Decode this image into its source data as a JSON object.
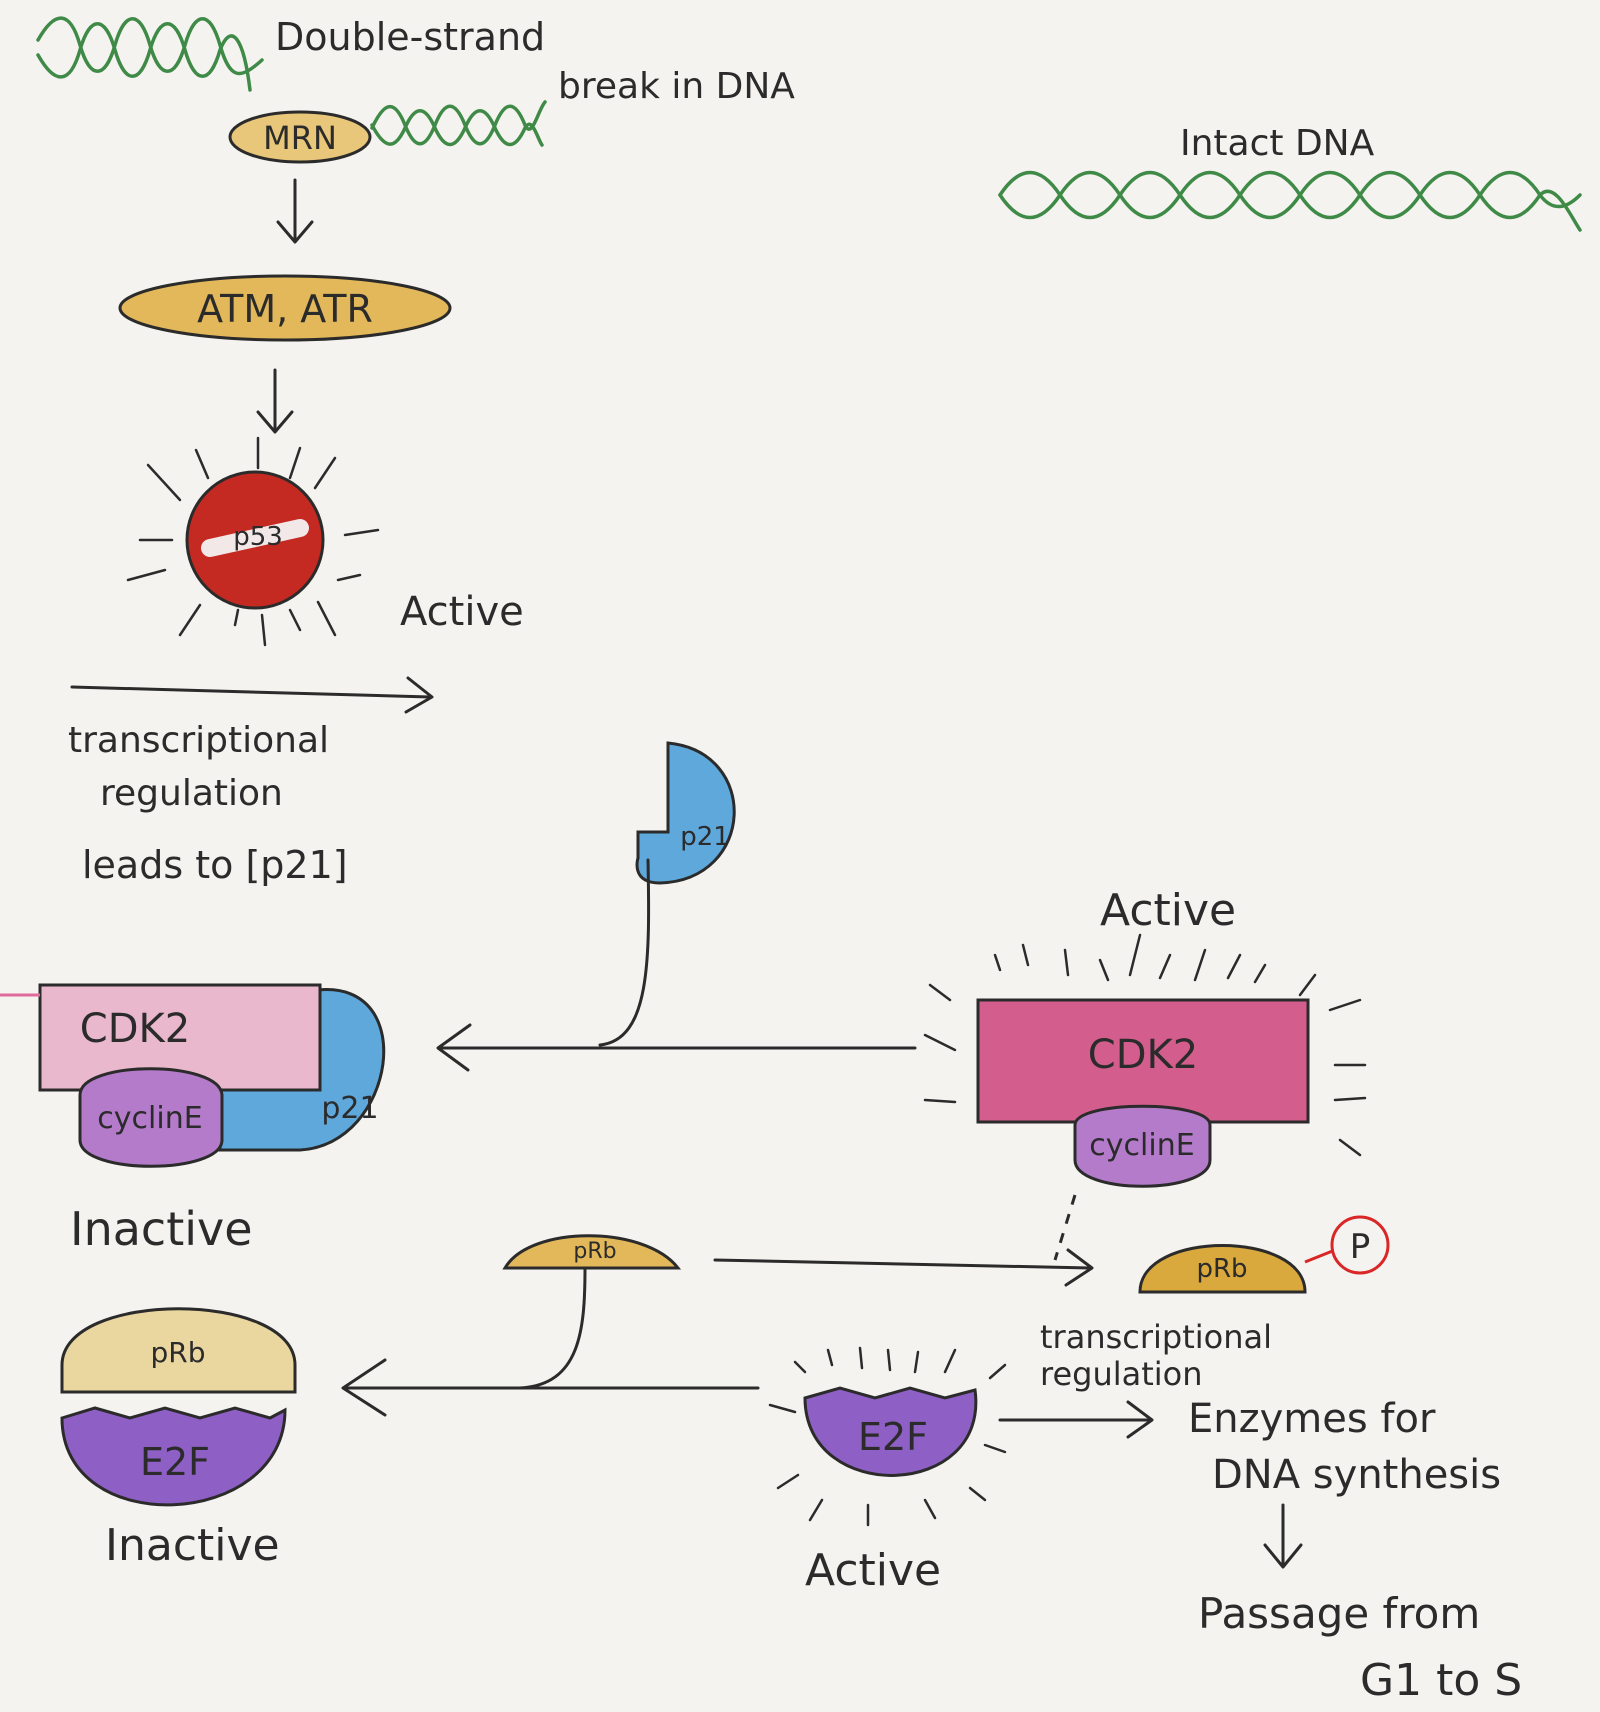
{
  "labels": {
    "dsb_line1": "Double-strand",
    "dsb_line2": "break in DNA",
    "intact_dna": "Intact DNA",
    "mrn": "MRN",
    "atm_atr": "ATM, ATR",
    "p53": "p53",
    "p53_state": "Active",
    "trans_reg_1": "transcriptional",
    "trans_reg_2": "regulation",
    "trans_reg_3": "leads to [p21]",
    "p21_free": "p21",
    "cdk2_inactive": "CDK2",
    "cyclinE_inactive": "cyclinE",
    "p21_bound": "p21",
    "complex_inactive_state": "Inactive",
    "cdk2_active_state": "Active",
    "cdk2_active": "CDK2",
    "cyclinE_active": "cyclinE",
    "prb_free": "pRb",
    "prb_phos": "pRb",
    "phosphate": "P",
    "prb_bound": "pRb",
    "e2f_bound": "E2F",
    "e2f_complex_state": "Inactive",
    "e2f_active": "E2F",
    "e2f_active_state": "Active",
    "trans_reg2_1": "transcriptional",
    "trans_reg2_2": "regulation",
    "enzymes_1": "Enzymes for",
    "enzymes_2": "DNA synthesis",
    "passage_1": "Passage from",
    "passage_2": "G1 to S"
  },
  "colors": {
    "dna": "#3f8a47",
    "gold": "#e2b85a",
    "gold_dark": "#c99a38",
    "p53_red": "#c42a22",
    "p21_blue": "#5ea8dc",
    "cdk2_inactive": "#eab8cc",
    "cdk2_active": "#d35e8e",
    "cyclinE": "#b57bcb",
    "e2f": "#8e5fc4",
    "phosphate_ring": "#d92626"
  }
}
